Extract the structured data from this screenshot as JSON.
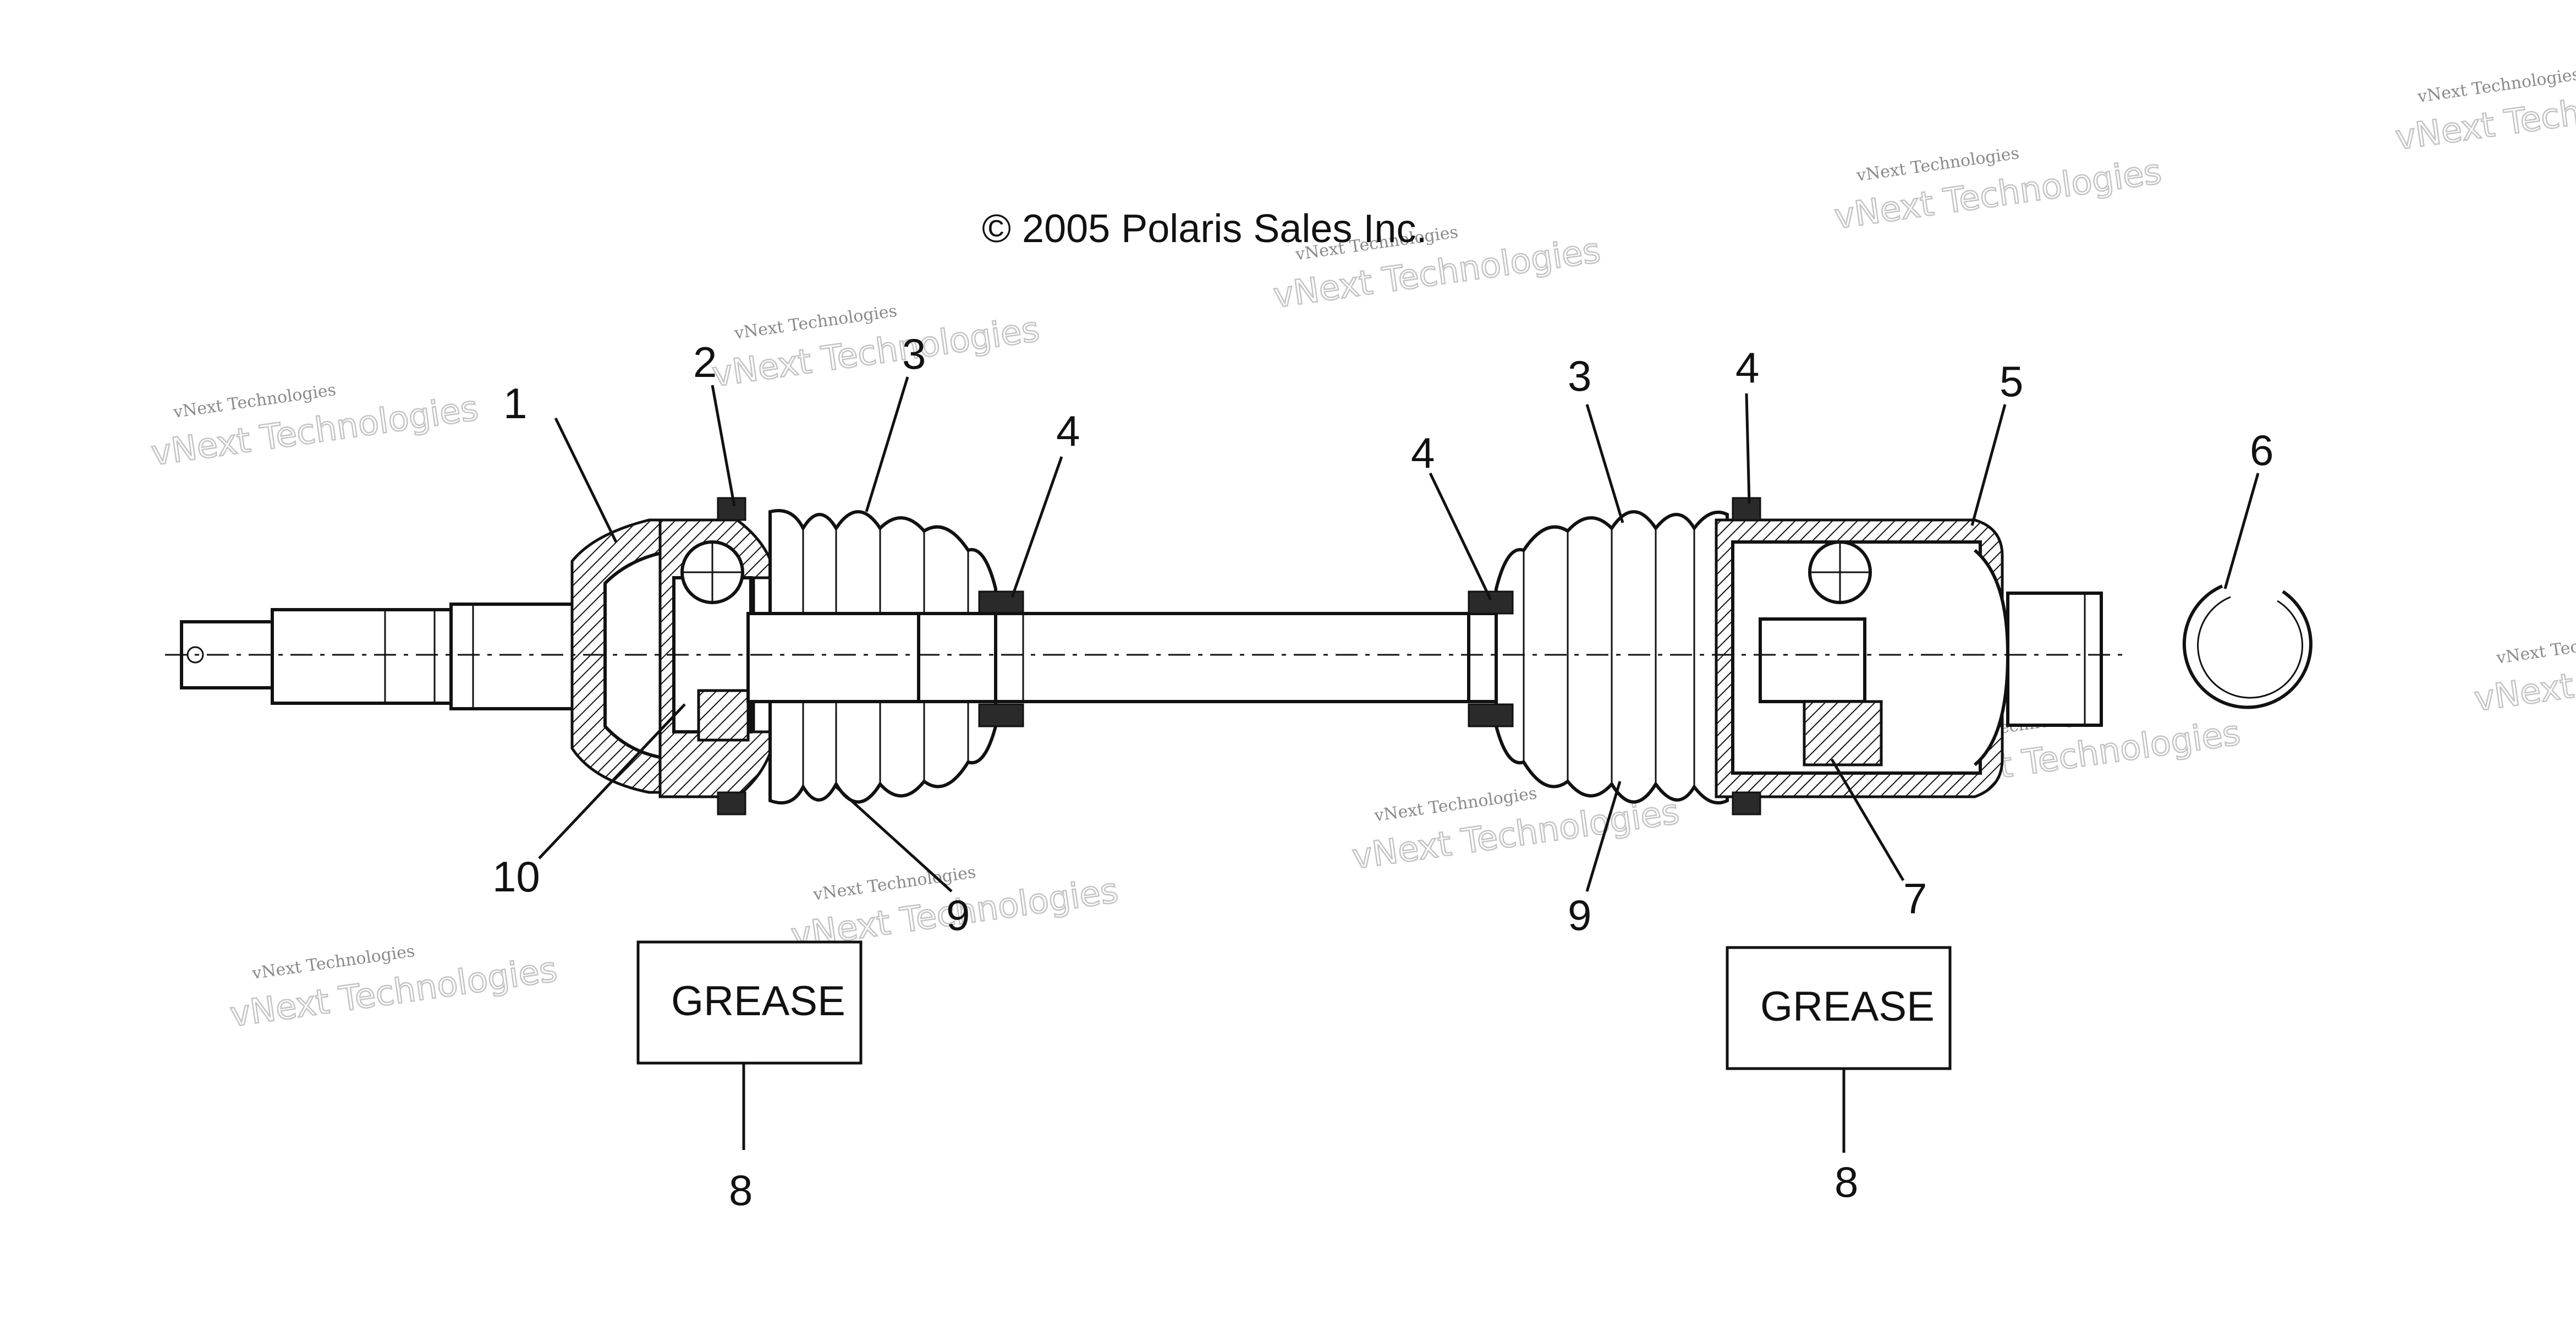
{
  "copyright": "© 2005 Polaris Sales Inc.",
  "watermark": {
    "line1": "vNext Technologies",
    "line2": "vNext\nTechnologies"
  },
  "grease_label": "GREASE",
  "callouts": {
    "c1": "1",
    "c2": "2",
    "c3_left": "3",
    "c4_left": "4",
    "c4_mid": "4",
    "c3_right": "3",
    "c4_right": "4",
    "c5": "5",
    "c6": "6",
    "c7": "7",
    "c8_left": "8",
    "c8_right": "8",
    "c9_left": "9",
    "c9_right": "9",
    "c10": "10"
  }
}
